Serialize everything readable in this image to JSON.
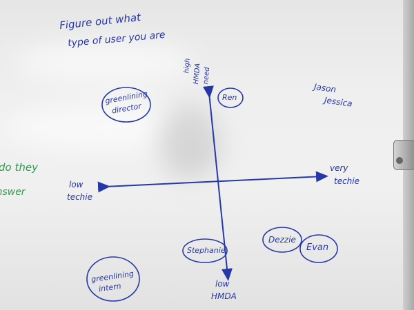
{
  "board": {
    "note_line1": "Figure out what",
    "note_line2": "type of user you are",
    "green_line1": "do they",
    "green_line2": "answer",
    "y_top_line1": "high",
    "y_top_line2": "HMDA",
    "y_top_line3": "need",
    "y_bottom_line1": "low",
    "y_bottom_line2": "HMDA",
    "x_left_line1": "low",
    "x_left_line2": "techie",
    "x_right_line1": "very",
    "x_right_line2": "techie",
    "top_right_line1": "Jason",
    "top_right_line2": "Jessica"
  },
  "personas": {
    "greenlining_director_line1": "greenlining",
    "greenlining_director_line2": "director",
    "ren": "Ren",
    "stephanie": "Stephanie",
    "dezzie": "Dezzie",
    "evan": "Evan",
    "greenlining_intern_line1": "greenlining",
    "greenlining_intern_line2": "intern"
  },
  "colors": {
    "ink_blue": "#2637a8",
    "ink_green": "#2f9a4d",
    "board": "#f0f0f0",
    "tray": "#c9c9c9"
  }
}
